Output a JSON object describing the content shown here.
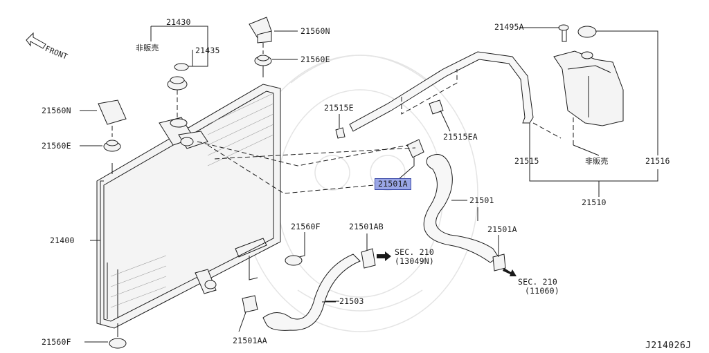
{
  "diagram_code": "J214026J",
  "front_label": "FRONT",
  "highlight_color": "#9aa6e6",
  "labels": {
    "p21430": "21430",
    "not_sold_1": "非販売",
    "p21435": "21435",
    "p21560N_top": "21560N",
    "p21560E_top": "21560E",
    "p21495A": "21495A",
    "p21560N_left": "21560N",
    "p21560E_left": "21560E",
    "p21515E": "21515E",
    "p21515EA": "21515EA",
    "p21515": "21515",
    "not_sold_2": "非販売",
    "p21516": "21516",
    "p21510": "21510",
    "p21501A_hl": "21501A",
    "p21501": "21501",
    "p21400": "21400",
    "p21560F_mid": "21560F",
    "p21501AB": "21501AB",
    "sec1_a": "SEC. 210",
    "sec1_b": "(13049N)",
    "p21501A": "21501A",
    "sec2_a": "SEC. 210",
    "sec2_b": "(11060)",
    "p21503": "21503",
    "p21501AA": "21501AA",
    "p21560F_bot": "21560F"
  }
}
